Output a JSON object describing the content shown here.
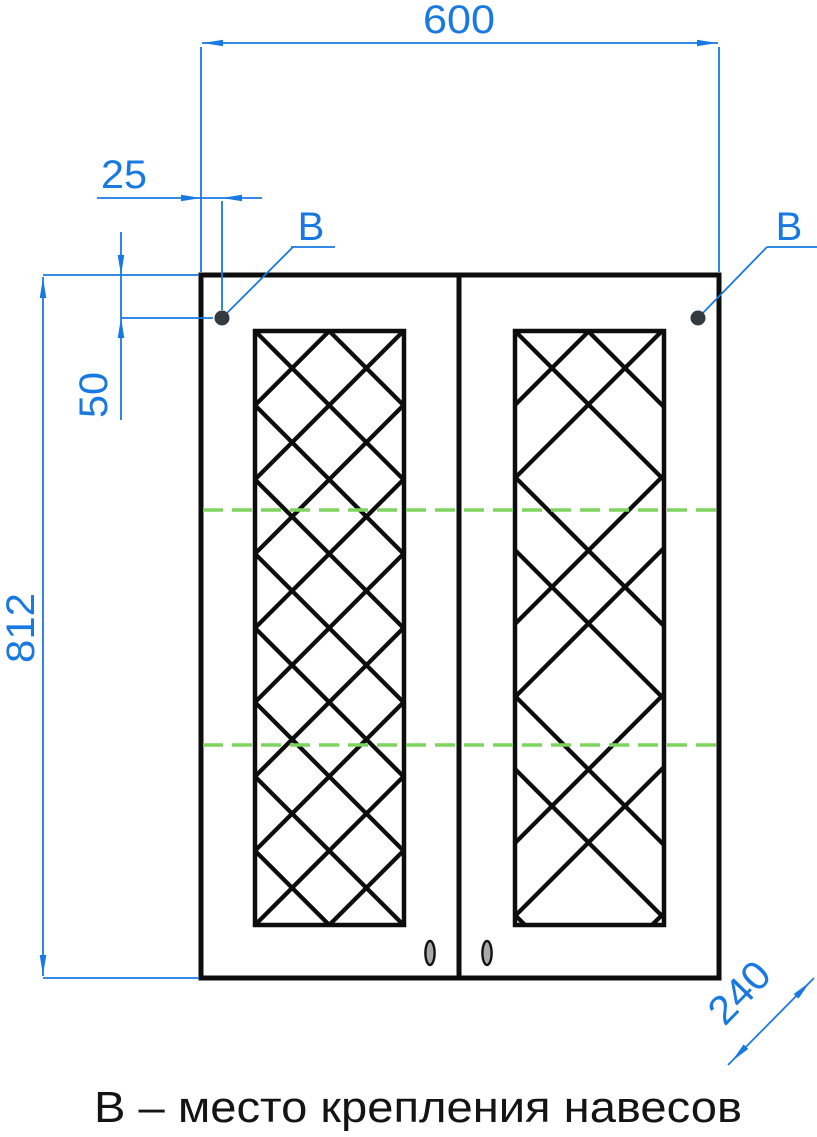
{
  "drawing": {
    "title_caption": "В – место крепления навесов",
    "dimensions": {
      "width": "600",
      "hinge_offset_x": "25",
      "hinge_offset_y": "50",
      "height": "812",
      "depth": "240"
    },
    "markers": {
      "left_label": "В",
      "right_label": "В"
    },
    "colors": {
      "dimension_blue": "#1879e2",
      "shelf_centerline_green": "#7ed45f",
      "outline_black": "#0d0d0d",
      "handle_gray": "#a9a9a9",
      "screw_dot": "#333a40"
    }
  }
}
